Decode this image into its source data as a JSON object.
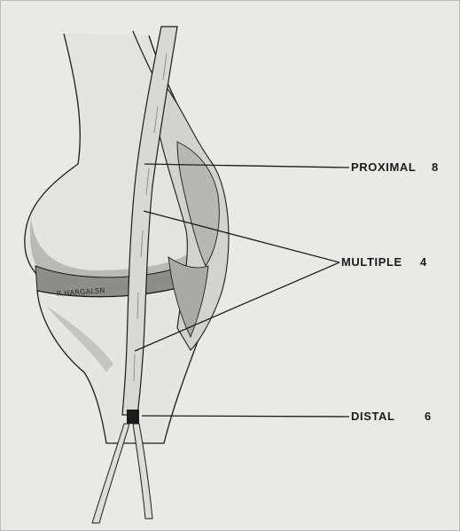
{
  "signature": "R.HARGALSN",
  "labels": [
    {
      "id": "proximal",
      "text": "PROXIMAL",
      "value": "8"
    },
    {
      "id": "multiple",
      "text": "MULTIPLE",
      "value": "4"
    },
    {
      "id": "distal",
      "text": "DISTAL",
      "value": "6"
    }
  ],
  "colors": {
    "background": "#e9e9e7",
    "line": "#1b1b1b",
    "bone_fill": "#e2e2df",
    "shadow": "#9a9a98"
  }
}
